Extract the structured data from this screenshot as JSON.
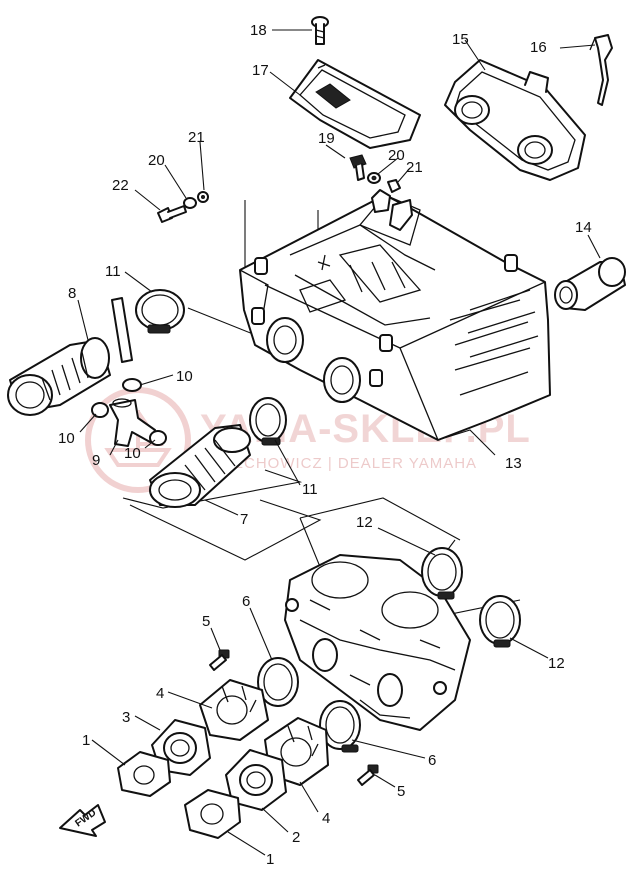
{
  "callouts": {
    "c1a": "1",
    "c1b": "1",
    "c2": "2",
    "c3": "3",
    "c4a": "4",
    "c4b": "4",
    "c5a": "5",
    "c5b": "5",
    "c6a": "6",
    "c6b": "6",
    "c7": "7",
    "c8": "8",
    "c9": "9",
    "c10a": "10",
    "c10b": "10",
    "c10c": "10",
    "c11a": "11",
    "c11b": "11",
    "c12a": "12",
    "c12b": "12",
    "c13": "13",
    "c14": "14",
    "c15": "15",
    "c16": "16",
    "c17": "17",
    "c18": "18",
    "c19": "19",
    "c20a": "20",
    "c20b": "20",
    "c21a": "21",
    "c21b": "21",
    "c22": "22"
  },
  "watermark": {
    "main": "YAMA-SKLEP.PL",
    "sub": "CIECHOWICZ | DEALER YAMAHA"
  },
  "fwd_label": "FWD",
  "colors": {
    "line": "#111111",
    "watermark": "#e7b3b3"
  }
}
